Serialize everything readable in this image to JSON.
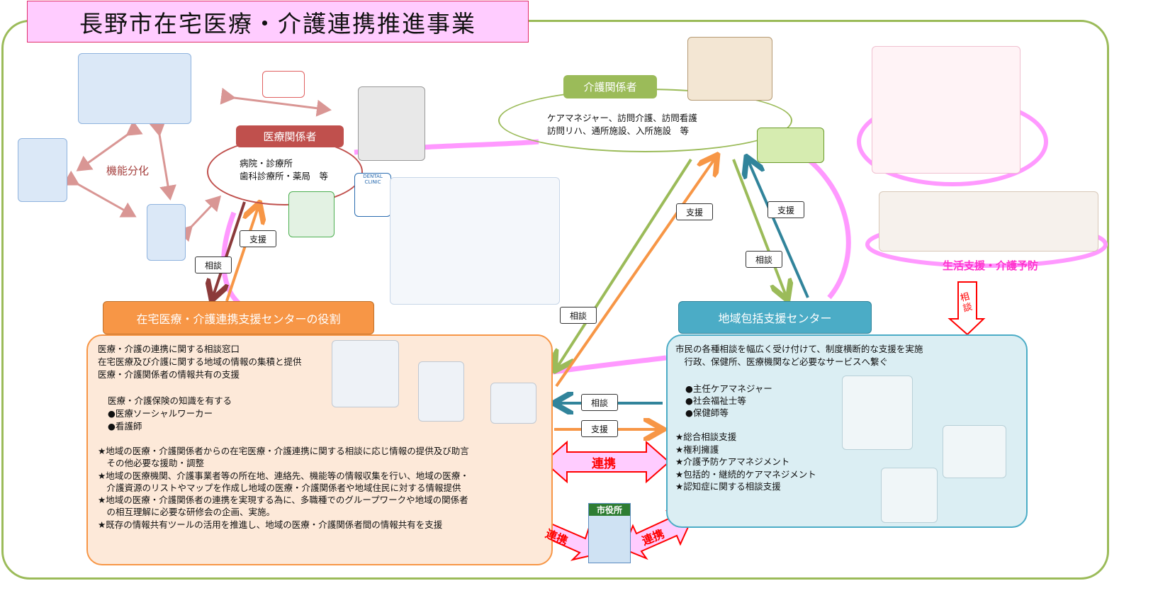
{
  "title": "長野市在宅医療・介護連携推進事業",
  "medical": {
    "label": "医療関係者",
    "line1": "病院・診療所",
    "line2": "歯科診療所・薬局　等",
    "function_split": "機能分化",
    "dental_sign": "DENTAL CLINIC"
  },
  "care": {
    "label": "介護関係者",
    "line1": "ケアマネジャー、訪問介護、訪問看護",
    "line2": "訪問リハ、通所施設、入所施設　等"
  },
  "living_support": "生活支援・介護予防",
  "left_center": {
    "label": "在宅医療・介護連携支援センターの役割",
    "lines": [
      "医療・介護の連携に関する相談窓口",
      "在宅医療及び介護に関する地域の情報の集積と提供",
      "医療・介護関係者の情報共有の支援"
    ],
    "staff_intro": "医療・介護保険の知識を有する",
    "staff": [
      "●医療ソーシャルワーカー",
      "●看護師"
    ],
    "roles": [
      "★地域の医療・介護関係者からの在宅医療・介護連携に関する相談に応じ情報の提供及び助言\n　その他必要な援助・調整",
      "★地域の医療機関、介護事業者等の所在地、連絡先、機能等の情報収集を行い、地域の医療・\n　介護資源のリストやマップを作成し地域の医療・介護関係者や地域住民に対する情報提供",
      "★地域の医療・介護関係者の連携を実現する為に、多職種でのグループワークや地域の関係者\n　の相互理解に必要な研修会の企画、実施。",
      "★既存の情報共有ツールの活用を推進し、地域の医療・介護関係者間の情報共有を支援"
    ]
  },
  "right_center": {
    "label": "地域包括支援センター",
    "lines": [
      "市民の各種相談を幅広く受け付けて、制度横断的な支援を実施",
      "　行政、保健所、医療機関など必要なサービスへ繋ぐ"
    ],
    "staff": [
      "●主任ケアマネジャー",
      "●社会福祉士等",
      "●保健師等"
    ],
    "roles": [
      "★総合相談支援",
      "★権利擁護",
      "★介護予防ケアマネジメント",
      "★包括的・継続的ケアマネジメント",
      "★認知症に関する相談支援"
    ]
  },
  "tags": {
    "consult": "相談",
    "support": "支援",
    "cooperate": "連携"
  },
  "city_hall": "市役所"
}
